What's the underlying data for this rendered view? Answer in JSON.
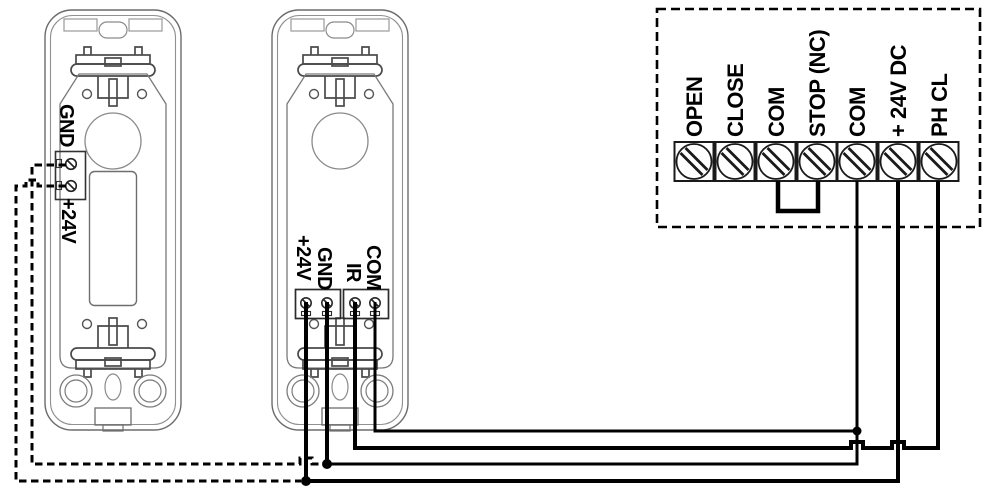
{
  "diagram_type": "photocell-to-control-board wiring diagram",
  "transmitter": {
    "role": "photocell-transmitter",
    "terminals": [
      "GND",
      "+24V"
    ]
  },
  "receiver": {
    "role": "photocell-receiver",
    "terminals": [
      "+24V",
      "GND",
      "IR",
      "COM"
    ]
  },
  "control_board": {
    "terminals": [
      "OPEN",
      "CLOSE",
      "COM",
      "STOP (NC)",
      "COM",
      "+ 24V DC",
      "PH CL"
    ],
    "jumper": "COM - STOP (NC)"
  },
  "connections": [
    {
      "from": "transmitter.GND",
      "to": "receiver.GND junction / control_board.COM",
      "style": "dashed"
    },
    {
      "from": "transmitter.+24V",
      "to": "receiver.+24V junction / control_board.+ 24V DC",
      "style": "dashed"
    },
    {
      "from": "receiver.+24V",
      "to": "control_board.+ 24V DC",
      "style": "solid"
    },
    {
      "from": "receiver.GND",
      "to": "control_board.COM",
      "style": "solid"
    },
    {
      "from": "receiver.IR",
      "to": "control_board.PH CL",
      "style": "solid"
    },
    {
      "from": "receiver.COM",
      "to": "control_board.COM",
      "style": "solid"
    },
    {
      "from": "control_board.COM",
      "to": "control_board.STOP (NC)",
      "style": "solid-jumper"
    }
  ],
  "colors": {
    "wire": "#000000",
    "housing_outline": "#777777",
    "detail_outline": "#3a3a3a",
    "background": "#ffffff"
  }
}
